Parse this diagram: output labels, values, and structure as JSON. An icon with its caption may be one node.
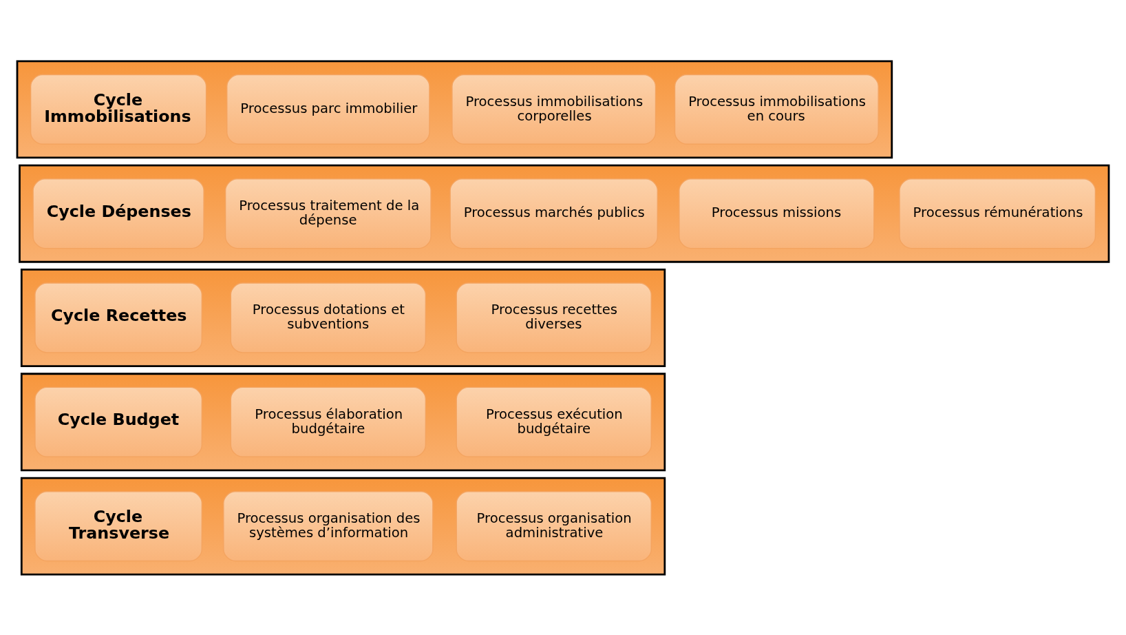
{
  "diagram": {
    "nodes": [
      {
        "text": [],
        "shape": "band"
      },
      {
        "text": [
          "Cycle Immobilisations"
        ],
        "in": 0
      },
      {
        "text": [
          "Processus parc immobilier"
        ],
        "in": 0
      },
      {
        "text": [
          "Processus immobilisations corporelles"
        ],
        "in": 0
      },
      {
        "text": [
          "Processus immobilisations en cours"
        ],
        "in": 0
      },
      {
        "text": [],
        "shape": "band"
      },
      {
        "text": [
          "Cycle Dépenses"
        ],
        "in": 5
      },
      {
        "text": [
          "Processus traitement de la dépense"
        ],
        "in": 5
      },
      {
        "text": [
          "Processus marchés publics"
        ],
        "in": 5
      },
      {
        "text": [
          "Processus missions"
        ],
        "in": 5
      },
      {
        "text": [
          "Processus rémunérations"
        ],
        "in": 5
      },
      {
        "text": [],
        "shape": "band"
      },
      {
        "text": [
          "Cycle Recettes"
        ],
        "in": 11
      },
      {
        "text": [
          "Processus dotations et subventions"
        ],
        "in": 11
      },
      {
        "text": [
          "Processus recettes diverses"
        ],
        "in": 11
      },
      {
        "text": [],
        "shape": "band"
      },
      {
        "text": [
          "Cycle Budget"
        ],
        "in": 15
      },
      {
        "text": [
          "Processus élaboration budgétaire"
        ],
        "in": 15
      },
      {
        "text": [
          "Processus exécution budgétaire"
        ],
        "in": 15
      },
      {
        "text": [],
        "shape": "band"
      },
      {
        "text": [
          "Cycle Transverse"
        ],
        "in": 19
      },
      {
        "text": [
          "Processus organisation des systèmes d’information"
        ],
        "in": 19
      },
      {
        "text": [
          "Processus organisation administrative"
        ],
        "in": 19
      }
    ],
    "edges": []
  }
}
